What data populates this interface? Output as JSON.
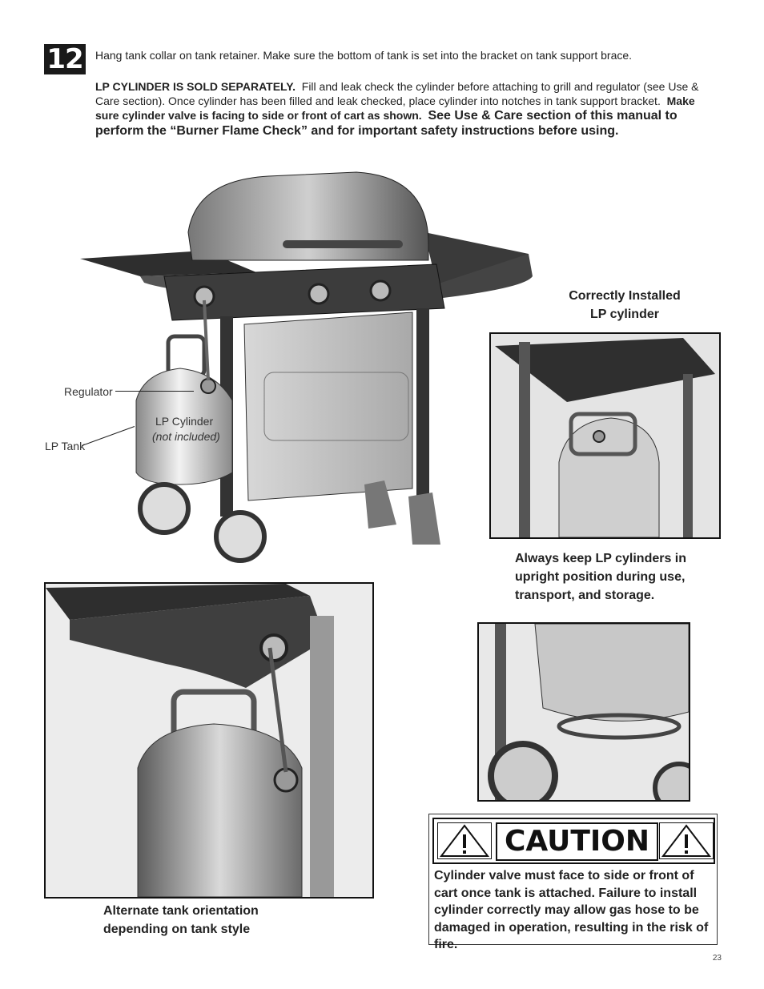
{
  "step": {
    "number": "12"
  },
  "instructions": {
    "line1": "Hang tank collar on tank retainer.  Make sure the bottom of tank is set into the bracket on tank support brace.",
    "p2_bold_lead": "LP CYLINDER IS SOLD SEPARATELY.",
    "p2_text": "Fill and leak check the cylinder before attaching to grill and regulator (see Use & Care section).  Once cylinder has been filled and leak checked, place cylinder into notches in tank support bracket.",
    "p2_bold_make": "Make sure cylinder valve is facing to side or front of cart as shown.",
    "p2_bold_big": "See Use & Care section of this manual to perform the “Burner Flame Check” and for important safety instructions before using."
  },
  "main_figure": {
    "label_regulator": "Regulator",
    "label_lp_tank": "LP Tank",
    "label_lp_cylinder": "LP Cylinder",
    "label_not_included": "(not included)"
  },
  "correct_install": {
    "title_line1": "Correctly Installed",
    "title_line2": "LP cylinder"
  },
  "upright_note": "Always keep LP cylinders in upright position during use, transport, and storage.",
  "alternate_caption": {
    "line1": "Alternate tank orientation",
    "line2": "depending on tank style"
  },
  "caution": {
    "word": "CAUTION",
    "text": "Cylinder valve must face to side or front of cart once tank is attached. Failure to install cylinder correctly may allow gas hose to be damaged in operation, resulting in the risk of fire."
  },
  "page_number": "23"
}
